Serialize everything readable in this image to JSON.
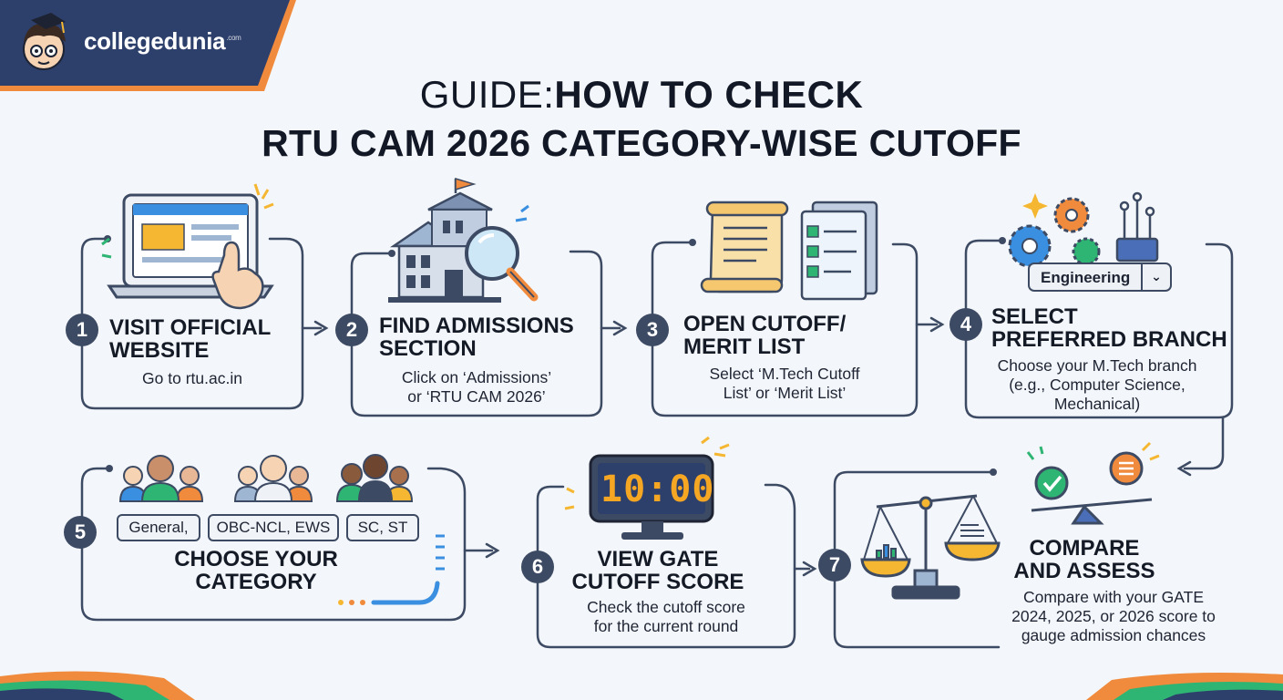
{
  "brand": {
    "name": "collegedunia",
    "tld": ".com"
  },
  "title": {
    "prefix": "GUIDE:",
    "line1": "HOW TO CHECK",
    "line2": "RTU CAM 2026 CATEGORY-WISE CUTOFF"
  },
  "steps": [
    {
      "number": "1",
      "title_1": "VISIT OFFICIAL",
      "title_2": "WEBSITE",
      "desc_1": "Go to rtu.ac.in",
      "desc_2": ""
    },
    {
      "number": "2",
      "title_1": "FIND ADMISSIONS",
      "title_2": "SECTION",
      "desc_1": "Click on ‘Admissions’",
      "desc_2": "or ‘RTU CAM 2026’"
    },
    {
      "number": "3",
      "title_1": "OPEN CUTOFF/",
      "title_2": "MERIT LIST",
      "desc_1": "Select ‘M.Tech Cutoff",
      "desc_2": "List’ or ‘Merit List’"
    },
    {
      "number": "4",
      "title_1": "SELECT",
      "title_2": "PREFERRED BRANCH",
      "desc_1": "Choose your M.Tech branch",
      "desc_2": "(e.g., Computer Science,",
      "desc_3": "Mechanical)"
    },
    {
      "number": "5",
      "title_1": "CHOOSE YOUR",
      "title_2": "CATEGORY"
    },
    {
      "number": "6",
      "title_1": "VIEW GATE",
      "title_2": "CUTOFF SCORE",
      "desc_1": "Check the cutoff score",
      "desc_2": "for the current round"
    },
    {
      "number": "7",
      "title_1": "COMPARE",
      "title_2": "AND ASSESS",
      "desc_1": "Compare with your GATE",
      "desc_2": "2024, 2025, or 2026 score to",
      "desc_3": "gauge admission chances"
    }
  ],
  "branch_dropdown": {
    "value": "Engineering"
  },
  "categories": [
    "General,",
    "OBC-NCL, EWS",
    "SC, ST"
  ],
  "clock": {
    "display": "10:00"
  },
  "colors": {
    "dark": "#3d4a63",
    "accent_orange": "#f08a3c",
    "accent_yellow": "#f5b731",
    "accent_green": "#2fb573",
    "accent_blue": "#3a8fe0"
  }
}
